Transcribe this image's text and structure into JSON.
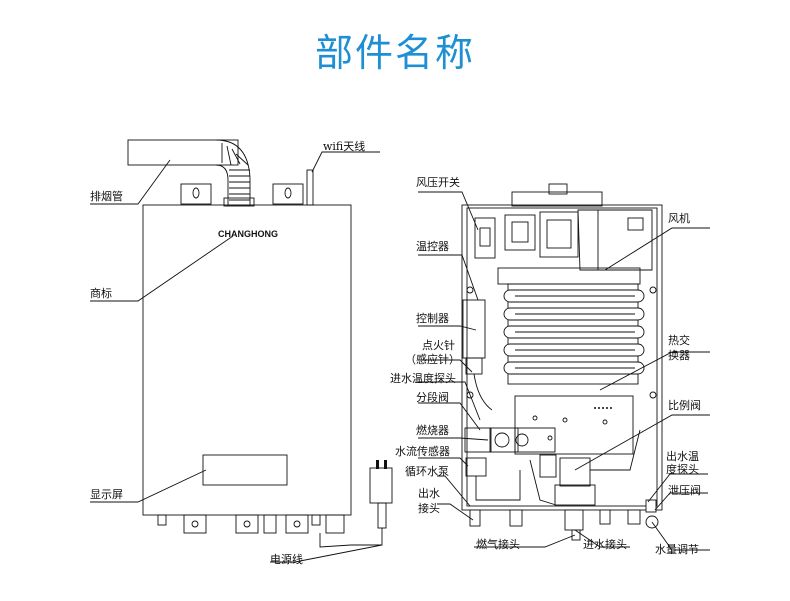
{
  "title": "部件名称",
  "colors": {
    "title": "#1e8fd4",
    "line": "#111111",
    "fill": "#ffffff",
    "shade": "#cfcfcf"
  },
  "brand": "CHANGHONG",
  "left_labels": {
    "wifi": "wifi天线",
    "exhaust": "排烟管",
    "logo": "商标",
    "display": "显示屏",
    "power_cord": "电源线"
  },
  "right_labels": {
    "wind_switch": "风压开关",
    "thermostat": "温控器",
    "controller": "控制器",
    "igniter_1": "点火针",
    "igniter_2": "（感应针）",
    "inlet_temp_probe": "进水温度探头",
    "section_valve": "分段阀",
    "burner": "燃烧器",
    "flow_sensor": "水流传感器",
    "circulation_pump": "循环水泵",
    "outlet_1": "出水",
    "outlet_2": "接头",
    "gas_joint": "燃气接头",
    "fan": "风机",
    "heat_ex_1": "热交",
    "heat_ex_2": "换器",
    "proportional_valve": "比例阀",
    "outlet_temp_1": "出水温",
    "outlet_temp_2": "度探头",
    "relief_valve": "泄压阀",
    "inlet_joint": "进水接头",
    "flow_adjust": "水量调节"
  }
}
